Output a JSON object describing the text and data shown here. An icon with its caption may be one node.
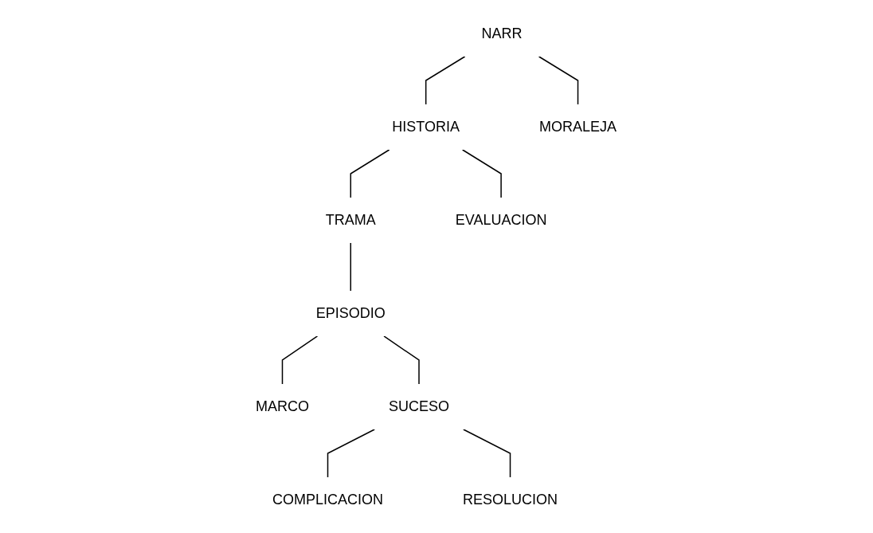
{
  "diagram": {
    "nodes": [
      {
        "text": [
          "NARR"
        ]
      },
      {
        "text": [
          "HISTORIA"
        ]
      },
      {
        "text": [
          "MORALEJA"
        ]
      },
      {
        "text": [
          "TRAMA"
        ]
      },
      {
        "text": [
          "EVALUACION"
        ]
      },
      {
        "text": [
          "EPISODIO"
        ]
      },
      {
        "text": [
          "MARCO"
        ]
      },
      {
        "text": [
          "SUCESO"
        ]
      },
      {
        "text": [
          "COMPLICACION"
        ]
      },
      {
        "text": [
          "RESOLUCION"
        ]
      }
    ],
    "edges": [
      {
        "from": 0,
        "to": 1,
        "arrow": "none"
      },
      {
        "from": 0,
        "to": 2,
        "arrow": "none"
      },
      {
        "from": 1,
        "to": 3,
        "arrow": "none"
      },
      {
        "from": 1,
        "to": 4,
        "arrow": "none"
      },
      {
        "from": 3,
        "to": 5,
        "arrow": "none"
      },
      {
        "from": 5,
        "to": 6,
        "arrow": "none"
      },
      {
        "from": 5,
        "to": 7,
        "arrow": "none"
      },
      {
        "from": 7,
        "to": 8,
        "arrow": "none"
      },
      {
        "from": 7,
        "to": 9,
        "arrow": "none"
      }
    ]
  }
}
